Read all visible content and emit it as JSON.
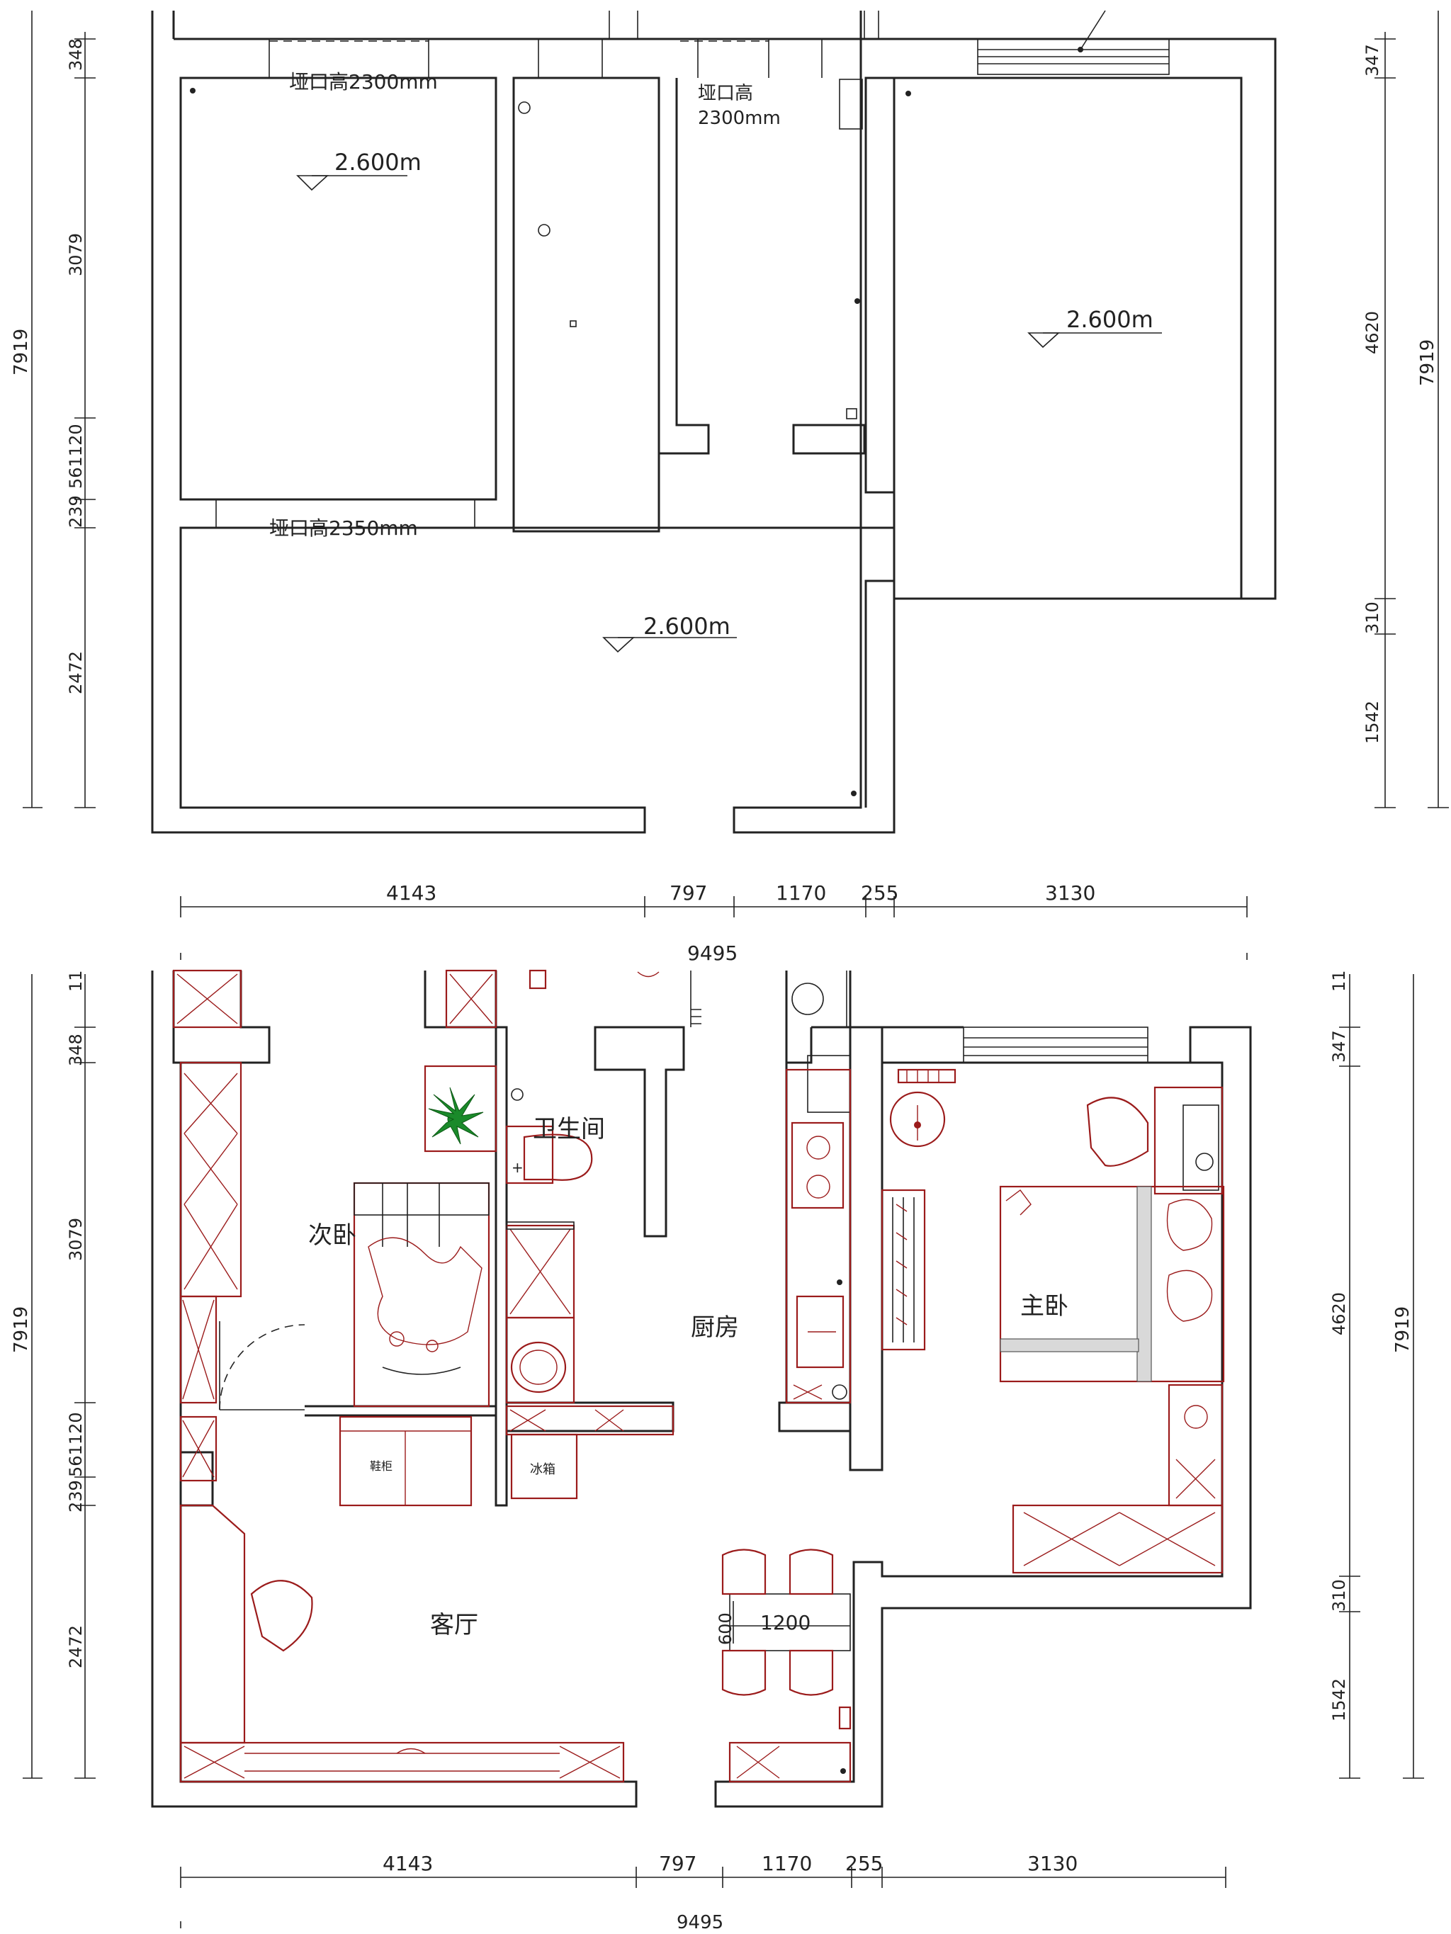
{
  "plans": {
    "top": {
      "openings": [
        {
          "text": "垭口高2300mm"
        },
        {
          "text": "垭口高"
        },
        {
          "text": "2300mm"
        },
        {
          "text": "垭口高2350mm"
        }
      ],
      "levels": [
        "2.600m",
        "2.600m",
        "2.600m"
      ]
    },
    "bottom": {
      "rooms": {
        "bedroom2": "次卧",
        "bathroom": "卫生间",
        "kitchen": "厨房",
        "master": "主卧",
        "living": "客厅"
      },
      "furniture": {
        "shoe_cabinet": "鞋柜",
        "fridge": "冰箱",
        "table_w": "1200",
        "table_d": "600"
      }
    }
  },
  "dimensions": {
    "horizontal": [
      "4143",
      "797",
      "1170",
      "255",
      "3130"
    ],
    "total_width": "9495",
    "left_vertical": [
      "348",
      "3079",
      "561120",
      "239",
      "2472"
    ],
    "total_height": "7919",
    "right_vertical": [
      "347",
      "4620",
      "310",
      "1542"
    ],
    "top_extra": "11",
    "right_extra": "11"
  },
  "colors": {
    "walls": "#222222",
    "furniture": "#9b1b1b",
    "plant": "#1a8a2a"
  }
}
